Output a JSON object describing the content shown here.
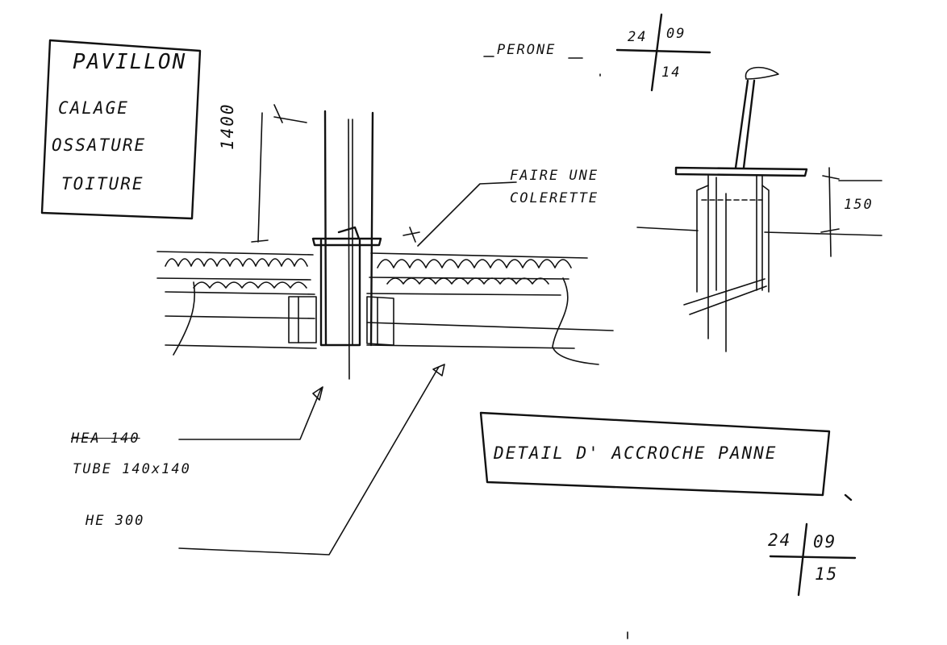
{
  "title_box": {
    "heading": "PAVILLON",
    "items": [
      "CALAGE",
      "OSSATURE",
      "TOITURE"
    ]
  },
  "header": {
    "label": "PERONE",
    "date_day": "24",
    "date_month": "09",
    "date_year": "14"
  },
  "dimensions": {
    "height": "1400",
    "collar": "150"
  },
  "annotations": {
    "collar_note_line1": "FAIRE UNE",
    "collar_note_line2": "COLERETTE",
    "post_struck": "HEA 140",
    "post_tube": "TUBE 140x140",
    "beam": "HE 300"
  },
  "caption_box": {
    "text": "DETAIL D' ACCROCHE PANNE"
  },
  "footer_date": {
    "day": "24",
    "month": "09",
    "year": "15"
  }
}
